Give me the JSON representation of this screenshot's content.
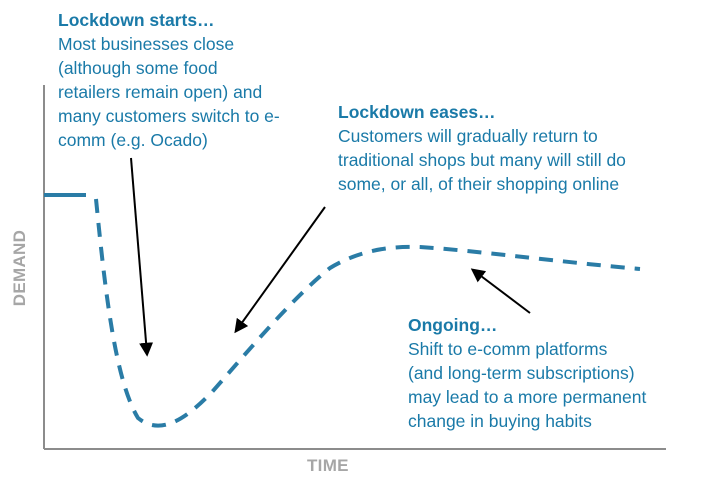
{
  "axes": {
    "x_label": "TIME",
    "y_label": "DEMAND"
  },
  "annotations": {
    "lockdown_starts": {
      "heading": "Lockdown starts…",
      "body": "Most businesses close\n(although some food\nretailers remain open) and\nmany customers switch to e-\ncomm (e.g. Ocado)"
    },
    "lockdown_eases": {
      "heading": "Lockdown eases…",
      "body": "Customers will gradually return to\ntraditional shops but many will still do\nsome, or all, of their shopping online"
    },
    "ongoing": {
      "heading": "Ongoing…",
      "body": "Shift to e-comm platforms\n(and long-term subscriptions)\nmay lead to a more permanent\nchange in buying habits"
    }
  },
  "colors": {
    "text_accent": "#1a7aa8",
    "curve": "#2a7ca6",
    "axis": "#8c8c8c",
    "axis_label": "#a6a6a6",
    "arrow": "#000000"
  }
}
